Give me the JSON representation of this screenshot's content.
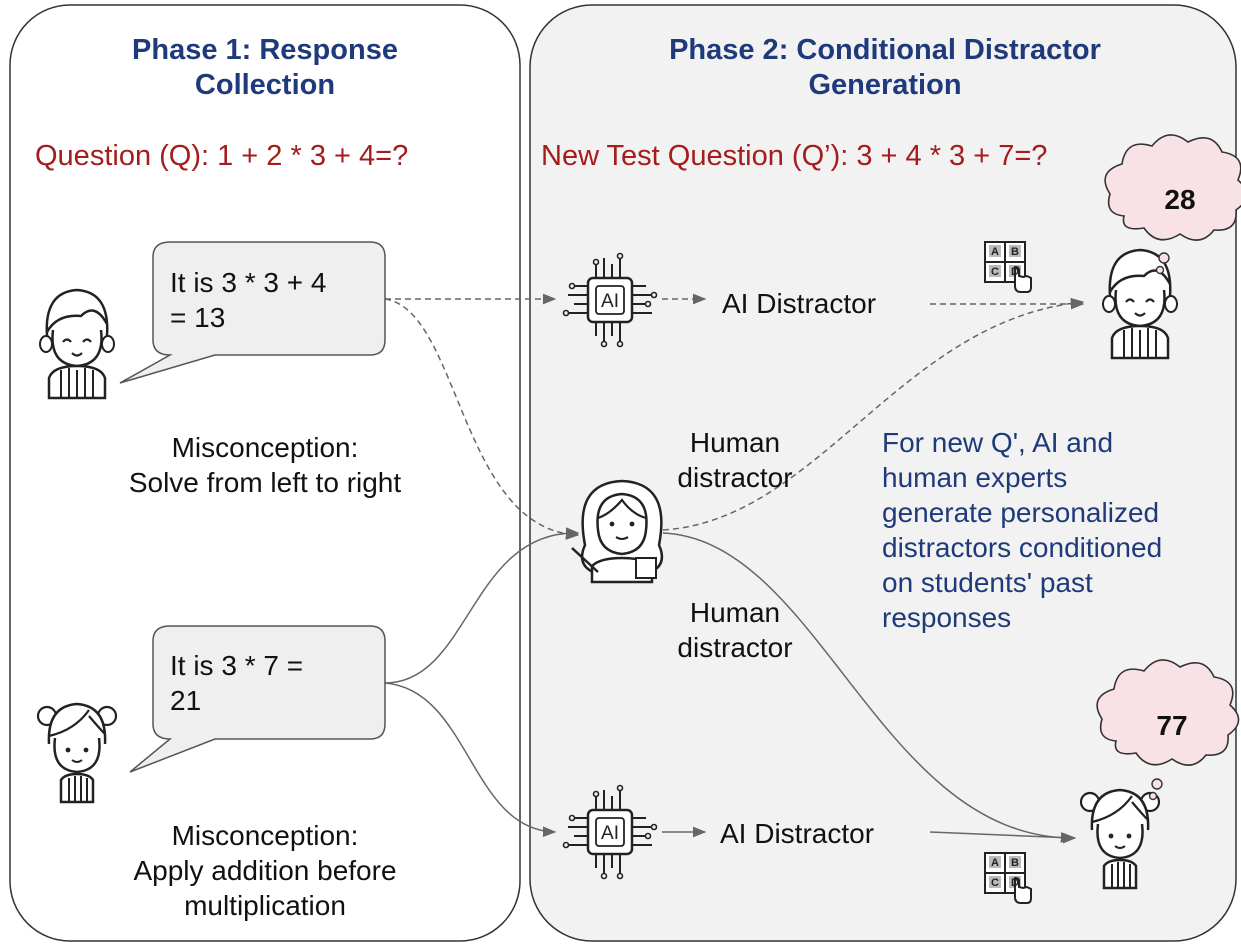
{
  "phase1": {
    "title_line1": "Phase 1: Response",
    "title_line2": "Collection",
    "question": "Question (Q): 1 + 2 * 3 + 4=?",
    "student1": {
      "bubble_line1": "It is 3 * 3 + 4",
      "bubble_line2": "= 13",
      "misconception_line1": "Misconception:",
      "misconception_line2": "Solve from left to right"
    },
    "student2": {
      "bubble_line1": "It is 3 * 7 =",
      "bubble_line2": "21",
      "misconception_line1": "Misconception:",
      "misconception_line2": "Apply addition before",
      "misconception_line3": "multiplication"
    }
  },
  "phase2": {
    "title_line1": "Phase 2: Conditional Distractor",
    "title_line2": "Generation",
    "question": "New Test Question (Q’): 3 + 4 * 3 + 7=?",
    "ai_distractor_top": "AI Distractor",
    "ai_distractor_bottom": "AI Distractor",
    "ai_chip_label": "AI",
    "human_distractor_top_line1": "Human",
    "human_distractor_top_line2": "distractor",
    "human_distractor_bottom_line1": "Human",
    "human_distractor_bottom_line2": "distractor",
    "note_lines": [
      "For new Q', AI and",
      "human experts",
      "generate personalized",
      "distractors conditioned",
      "on students' past",
      "responses"
    ],
    "student1_answer": "28",
    "student2_answer": "77",
    "mcq_options": [
      "A",
      "B",
      "C",
      "D"
    ]
  },
  "colors": {
    "title": "#1f3a7a",
    "question": "#a51c1c",
    "phase2_background": "#f2f2f2",
    "cloud_fill": "#f9e2e6",
    "bubble_fill": "#efefef"
  },
  "icons": [
    "boy-student-icon",
    "girl-student-icon",
    "teacher-icon",
    "ai-chip-icon",
    "mcq-card-icon",
    "thought-cloud-icon"
  ]
}
